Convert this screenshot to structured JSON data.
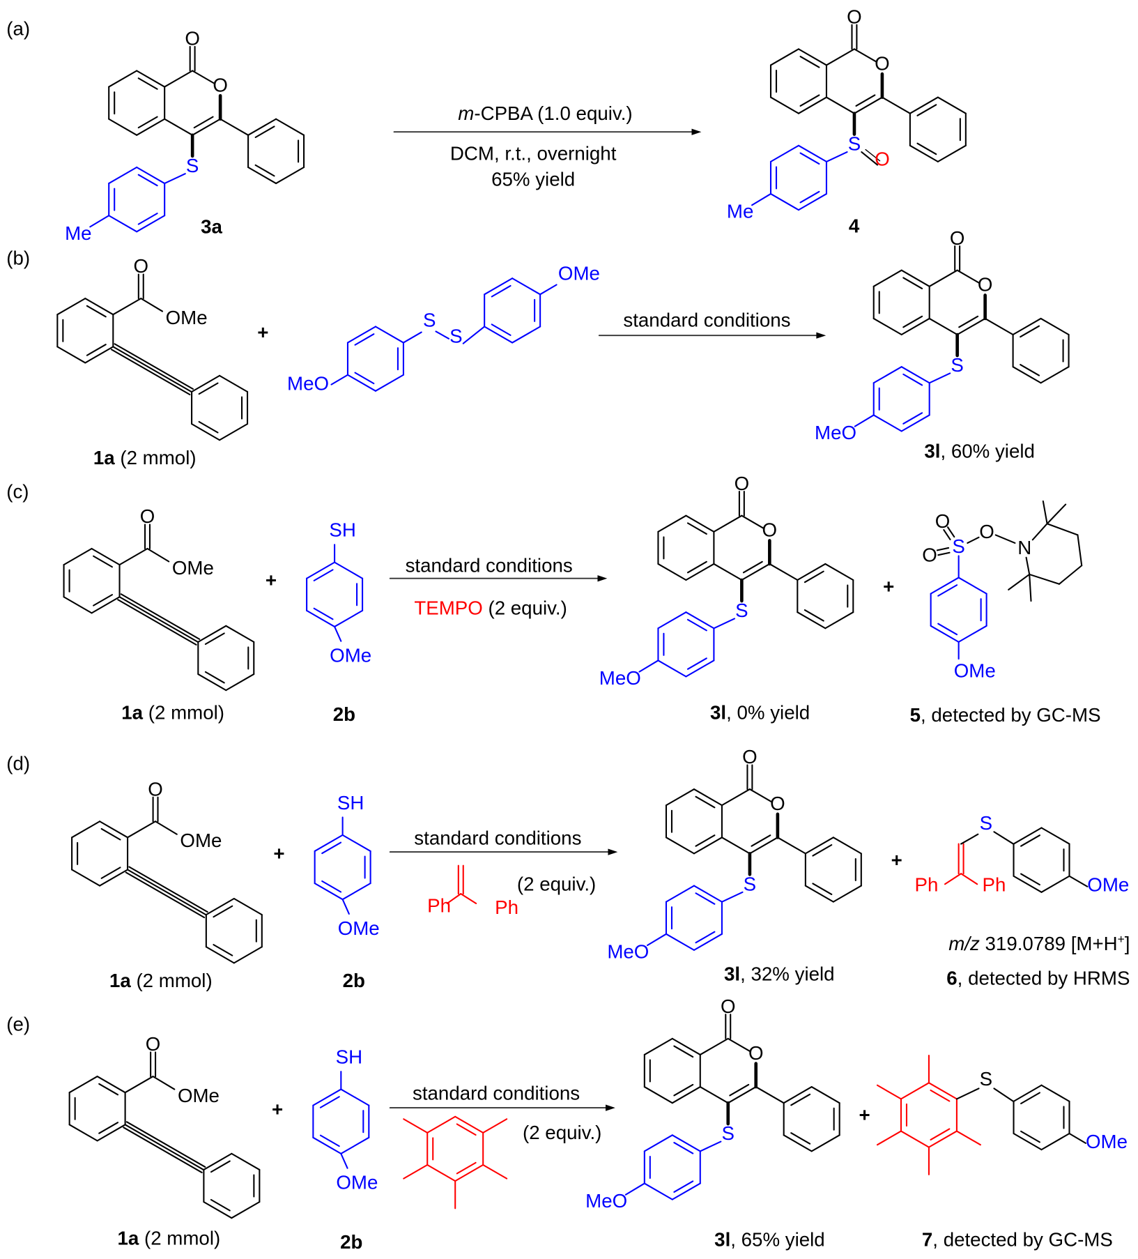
{
  "colors": {
    "black": "#000000",
    "blue": "#0000ff",
    "red": "#ff0000",
    "arrow": "#333333"
  },
  "panels": [
    "(a)",
    "(b)",
    "(c)",
    "(d)",
    "(e)"
  ],
  "atoms": {
    "O": "O",
    "S": "S",
    "N": "N",
    "Me": "Me",
    "MeO": "MeO",
    "OMe": "OMe",
    "SH": "SH",
    "Ph": "Ph",
    "plus": "+"
  },
  "a": {
    "reagent_italic": "m",
    "reagent_rest": "-CPBA (1.0 equiv.)",
    "conditions": "DCM, r.t., overnight",
    "yield": "65% yield",
    "sm_label": "3a",
    "product_label": "4"
  },
  "b": {
    "sm_label_bold": "1a",
    "sm_label_rest": " (2 mmol)",
    "conditions": "standard conditions",
    "product_bold": "3l",
    "product_rest": ", 60% yield"
  },
  "c": {
    "sm_label_bold": "1a",
    "sm_label_rest": " (2 mmol)",
    "thiol_label": "2b",
    "conditions": "standard conditions",
    "additive": "TEMPO",
    "additive_amount": " (2 equiv.)",
    "product_bold": "3l",
    "product_rest": ", 0% yield",
    "byproduct_bold": "5",
    "byproduct_rest": ", detected by GC-MS"
  },
  "d": {
    "sm_label_bold": "1a",
    "sm_label_rest": " (2 mmol)",
    "thiol_label": "2b",
    "conditions": "standard conditions",
    "additive_amount": "(2 equiv.)",
    "product_bold": "3l",
    "product_rest": ", 32% yield",
    "mz_italic": "m/z",
    "mz_value": " 319.0789 [M+H",
    "mz_sup": "+",
    "mz_close": "]",
    "byproduct_bold": "6",
    "byproduct_rest": ", detected by HRMS"
  },
  "e": {
    "sm_label_bold": "1a",
    "sm_label_rest": " (2 mmol)",
    "thiol_label": "2b",
    "conditions": "standard conditions",
    "additive_amount": "(2 equiv.)",
    "product_bold": "3l",
    "product_rest": ", 65% yield",
    "byproduct_bold": "7",
    "byproduct_rest": ", detected by GC-MS"
  }
}
